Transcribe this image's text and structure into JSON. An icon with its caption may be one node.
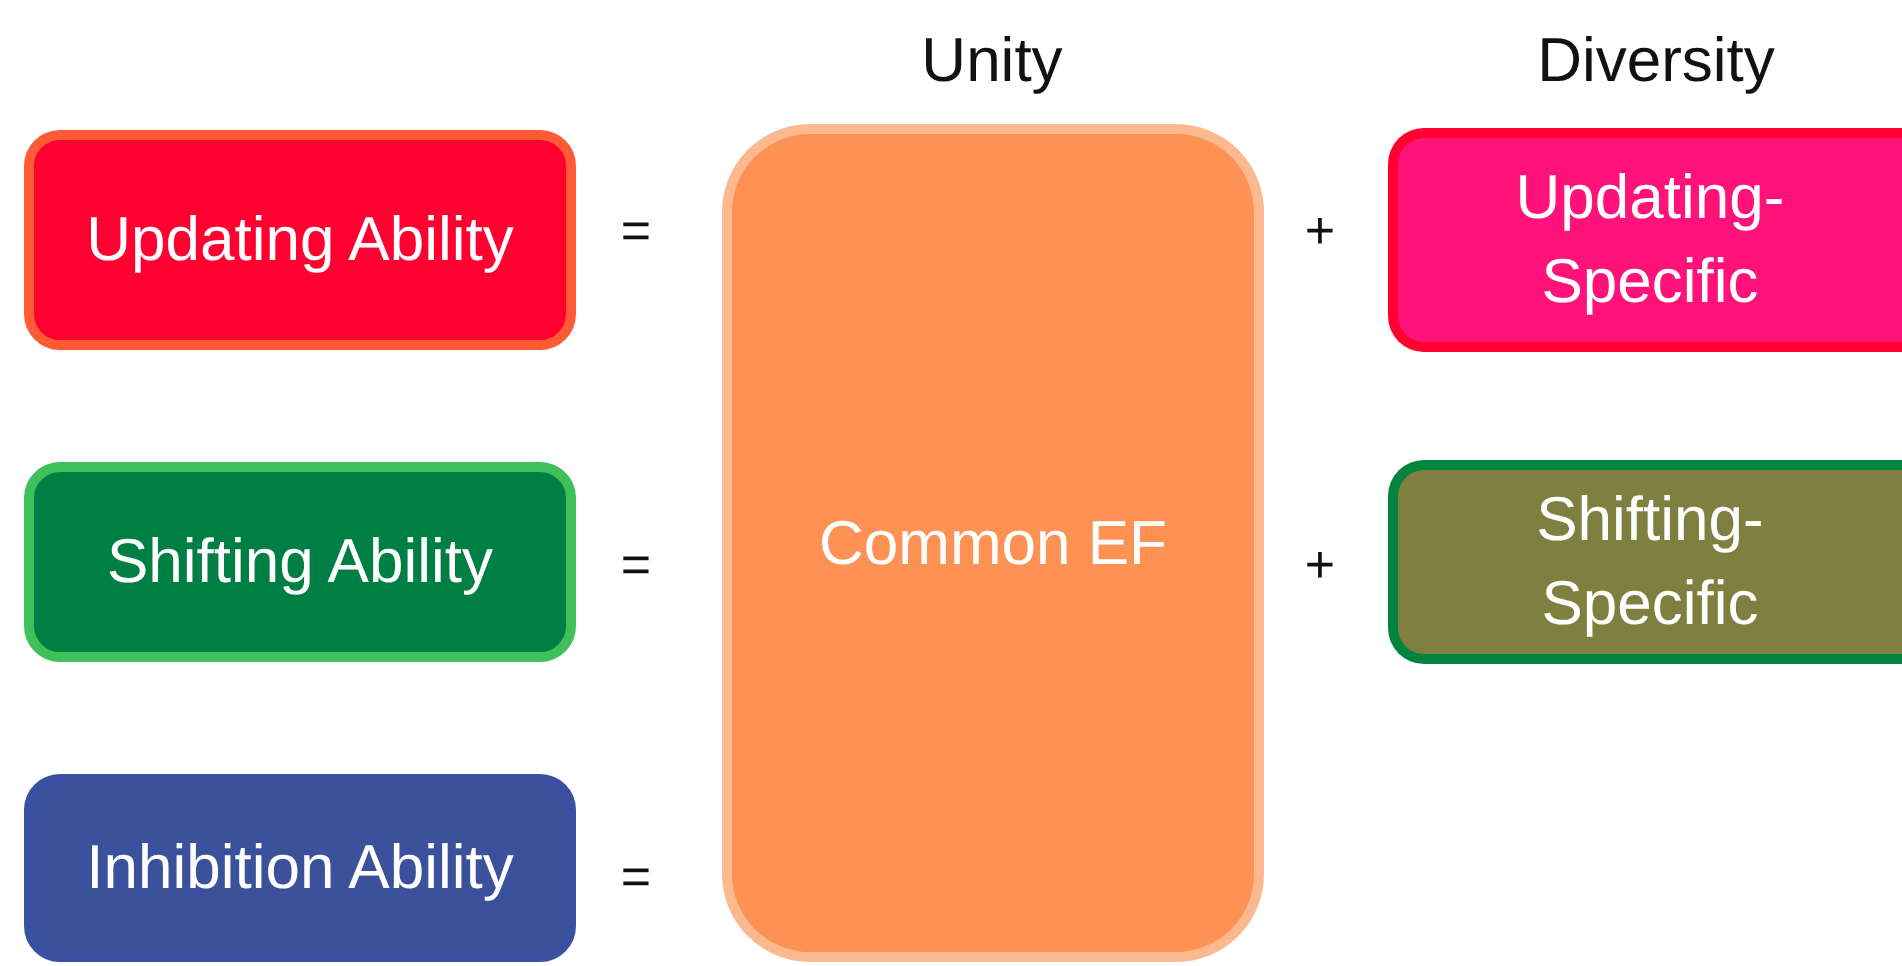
{
  "diagram": {
    "nodes": [
      {
        "text": [
          "Updating Ability"
        ]
      },
      {
        "text": [
          "Shifting Ability"
        ]
      },
      {
        "text": [
          "Inhibition Ability"
        ]
      },
      {
        "text": [
          "Common EF"
        ]
      },
      {
        "text": [
          "Updating-Specific"
        ]
      },
      {
        "text": [
          "Shifting-Specific"
        ]
      }
    ],
    "labels": [
      "Unity",
      "Diversity",
      "=",
      "+",
      "=",
      "+",
      "="
    ]
  }
}
